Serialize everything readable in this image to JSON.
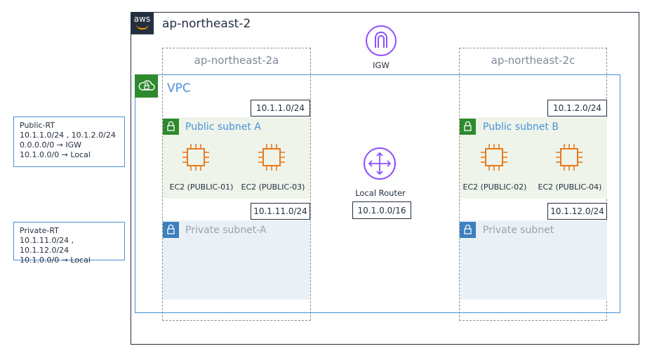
{
  "region": {
    "title": "ap-northeast-2",
    "badge": "aws"
  },
  "azs": [
    {
      "label": "ap-northeast-2a"
    },
    {
      "label": "ap-northeast-2c"
    }
  ],
  "igw": {
    "label": "IGW"
  },
  "vpc": {
    "label": "VPC"
  },
  "router": {
    "label": "Local Router",
    "cidr": "10.1.0.0/16"
  },
  "subnets": {
    "public_a": {
      "label": "Public subnet A",
      "cidr": "10.1.1.0/24"
    },
    "public_b": {
      "label": "Public subnet B",
      "cidr": "10.1.2.0/24"
    },
    "private_a": {
      "label": "Private subnet-A",
      "cidr": "10.1.11.0/24"
    },
    "private_b": {
      "label": "Private subnet",
      "cidr": "10.1.12.0/24"
    }
  },
  "instances": [
    {
      "label": "EC2 (PUBLIC-01)"
    },
    {
      "label": "EC2 (PUBLIC-03)"
    },
    {
      "label": "EC2 (PUBLIC-02)"
    },
    {
      "label": "EC2 (PUBLIC-04)"
    }
  ],
  "route_tables": {
    "public": {
      "title": "Public-RT",
      "lines": [
        "10.1.1.0/24 , 10.1.2.0/24",
        "0.0.0.0/0 → IGW",
        "10.1.0.0/0 → Local"
      ]
    },
    "private": {
      "title": "Private-RT",
      "lines": [
        "10.1.11.0/24 , 10.1.12.0/24",
        "10.1.0.0/0 → Local"
      ]
    }
  },
  "colors": {
    "aws_dark": "#232f3e",
    "aws_orange": "#ff9900",
    "vpc_blue": "#4a90d9",
    "public_green": "#2e8a2e",
    "ec2_orange": "#e8791e",
    "igw_purple": "#8c4fff"
  }
}
